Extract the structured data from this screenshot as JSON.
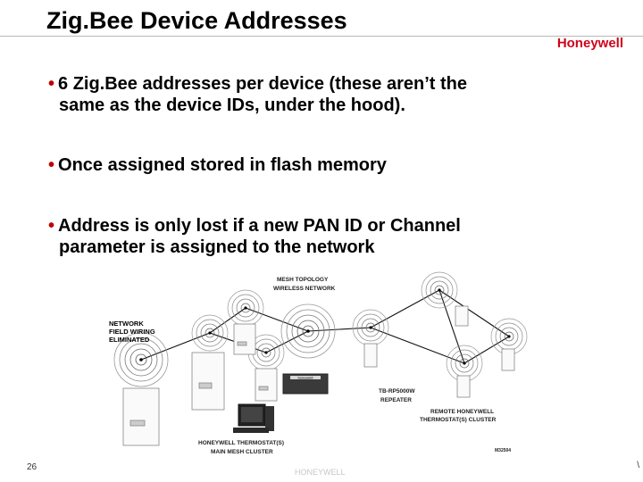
{
  "slide": {
    "title": "Zig.Bee Device Addresses",
    "brand": "Honeywell",
    "page_number": "26",
    "right_mark": "\\",
    "footer_brand": "HONEYWELL"
  },
  "bullets": [
    {
      "dot": "•",
      "line1": "6 Zig.Bee addresses per device (these aren’t the",
      "line2": "same as the device IDs, under the hood)."
    },
    {
      "dot": "•",
      "line1": "Once assigned stored in flash memory",
      "line2": ""
    },
    {
      "dot": "•",
      "line1": "Address is only lost if a new PAN ID or Channel",
      "line2": "parameter is assigned to the network"
    }
  ],
  "diagram": {
    "mesh_label_1": "MESH TOPOLOGY",
    "mesh_label_2": "WIRELESS NETWORK",
    "network_label_1": "NETWORK",
    "network_label_2": "FIELD WIRING",
    "network_label_3": "ELIMINATED",
    "repeater_label_1": "TB-RP5000W",
    "repeater_label_2": "REPEATER",
    "remote_label_1": "REMOTE HONEYWELL",
    "remote_label_2": "THERMOSTAT(S) CLUSTER",
    "main_label_1": "HONEYWELL THERMOSTAT(S)",
    "main_label_2": "MAIN MESH CLUSTER",
    "figure_code": "M32504",
    "repeater_text": "honeywell"
  }
}
